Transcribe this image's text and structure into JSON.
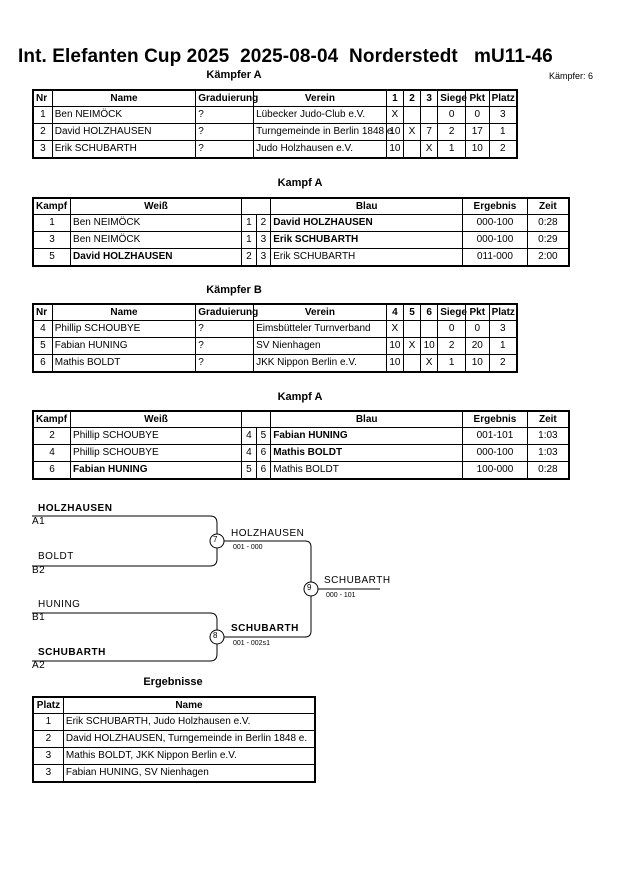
{
  "header": {
    "title": "Int. Elefanten Cup 2025  2025-08-04  Norderstedt   mU11-46",
    "count": "Kämpfer: 6"
  },
  "poolA": {
    "title": "Kämpfer A",
    "headers": [
      "Nr",
      "Name",
      "Graduierung",
      "Verein",
      "1",
      "2",
      "3",
      "Siege",
      "Pkt",
      "Platz"
    ],
    "rows": [
      [
        "1",
        "Ben NEIMÖCK",
        "?",
        "Lübecker Judo-Club e.V.",
        "X",
        "",
        "",
        "0",
        "0",
        "3"
      ],
      [
        "2",
        "David HOLZHAUSEN",
        "?",
        "Turngemeinde in Berlin 1848 e.",
        "10",
        "X",
        "7",
        "2",
        "17",
        "1"
      ],
      [
        "3",
        "Erik SCHUBARTH",
        "?",
        "Judo Holzhausen e.V.",
        "10",
        "",
        "X",
        "1",
        "10",
        "2"
      ]
    ]
  },
  "fightsA": {
    "title": "Kampf A",
    "headers": [
      "Kampf",
      "Weiß",
      "",
      "",
      "Blau",
      "Ergebnis",
      "Zeit"
    ],
    "rows": [
      [
        "1",
        "Ben NEIMÖCK",
        "1",
        "2",
        "David HOLZHAUSEN",
        "000-100",
        "0:28"
      ],
      [
        "3",
        "Ben NEIMÖCK",
        "1",
        "3",
        "Erik SCHUBARTH",
        "000-100",
        "0:29"
      ],
      [
        "5",
        "David HOLZHAUSEN",
        "2",
        "3",
        "Erik SCHUBARTH",
        "011-000",
        "2:00"
      ]
    ]
  },
  "poolB": {
    "title": "Kämpfer B",
    "headers": [
      "Nr",
      "Name",
      "Graduierung",
      "Verein",
      "4",
      "5",
      "6",
      "Siege",
      "Pkt",
      "Platz"
    ],
    "rows": [
      [
        "4",
        "Phillip SCHOUBYE",
        "?",
        "Eimsbütteler Turnverband",
        "X",
        "",
        "",
        "0",
        "0",
        "3"
      ],
      [
        "5",
        "Fabian HUNING",
        "?",
        "SV Nienhagen",
        "10",
        "X",
        "10",
        "2",
        "20",
        "1"
      ],
      [
        "6",
        "Mathis BOLDT",
        "?",
        "JKK Nippon Berlin e.V.",
        "10",
        "",
        "X",
        "1",
        "10",
        "2"
      ]
    ]
  },
  "fightsB": {
    "title": "Kampf A",
    "headers": [
      "Kampf",
      "Weiß",
      "",
      "",
      "Blau",
      "Ergebnis",
      "Zeit"
    ],
    "rows": [
      [
        "2",
        "Phillip SCHOUBYE",
        "4",
        "5",
        "Fabian HUNING",
        "001-101",
        "1:03"
      ],
      [
        "4",
        "Phillip SCHOUBYE",
        "4",
        "6",
        "Mathis BOLDT",
        "000-100",
        "1:03"
      ],
      [
        "6",
        "Fabian HUNING",
        "5",
        "6",
        "Mathis BOLDT",
        "100-000",
        "0:28"
      ]
    ]
  },
  "bracket": {
    "a1_name": "HOLZHAUSEN",
    "a1_seed": "A1",
    "b2_name": "BOLDT",
    "b2_seed": "B2",
    "b1_name": "HUNING",
    "b1_seed": "B1",
    "a2_name": "SCHUBARTH",
    "a2_seed": "A2",
    "f7_num": "7",
    "f7_winner": "HOLZHAUSEN",
    "f7_score": "001 - 000",
    "f8_num": "8",
    "f8_winner": "SCHUBARTH",
    "f8_score": "001 - 002s1",
    "f9_num": "9",
    "f9_winner": "SCHUBARTH",
    "f9_score": "000 - 101"
  },
  "results": {
    "title": "Ergebnisse",
    "headers": [
      "Platz",
      "Name"
    ],
    "rows": [
      [
        "1",
        "Erik SCHUBARTH, Judo Holzhausen e.V."
      ],
      [
        "2",
        "David HOLZHAUSEN, Turngemeinde in Berlin 1848 e."
      ],
      [
        "3",
        "Mathis BOLDT, JKK Nippon Berlin e.V."
      ],
      [
        "3",
        "Fabian HUNING, SV Nienhagen"
      ]
    ]
  }
}
